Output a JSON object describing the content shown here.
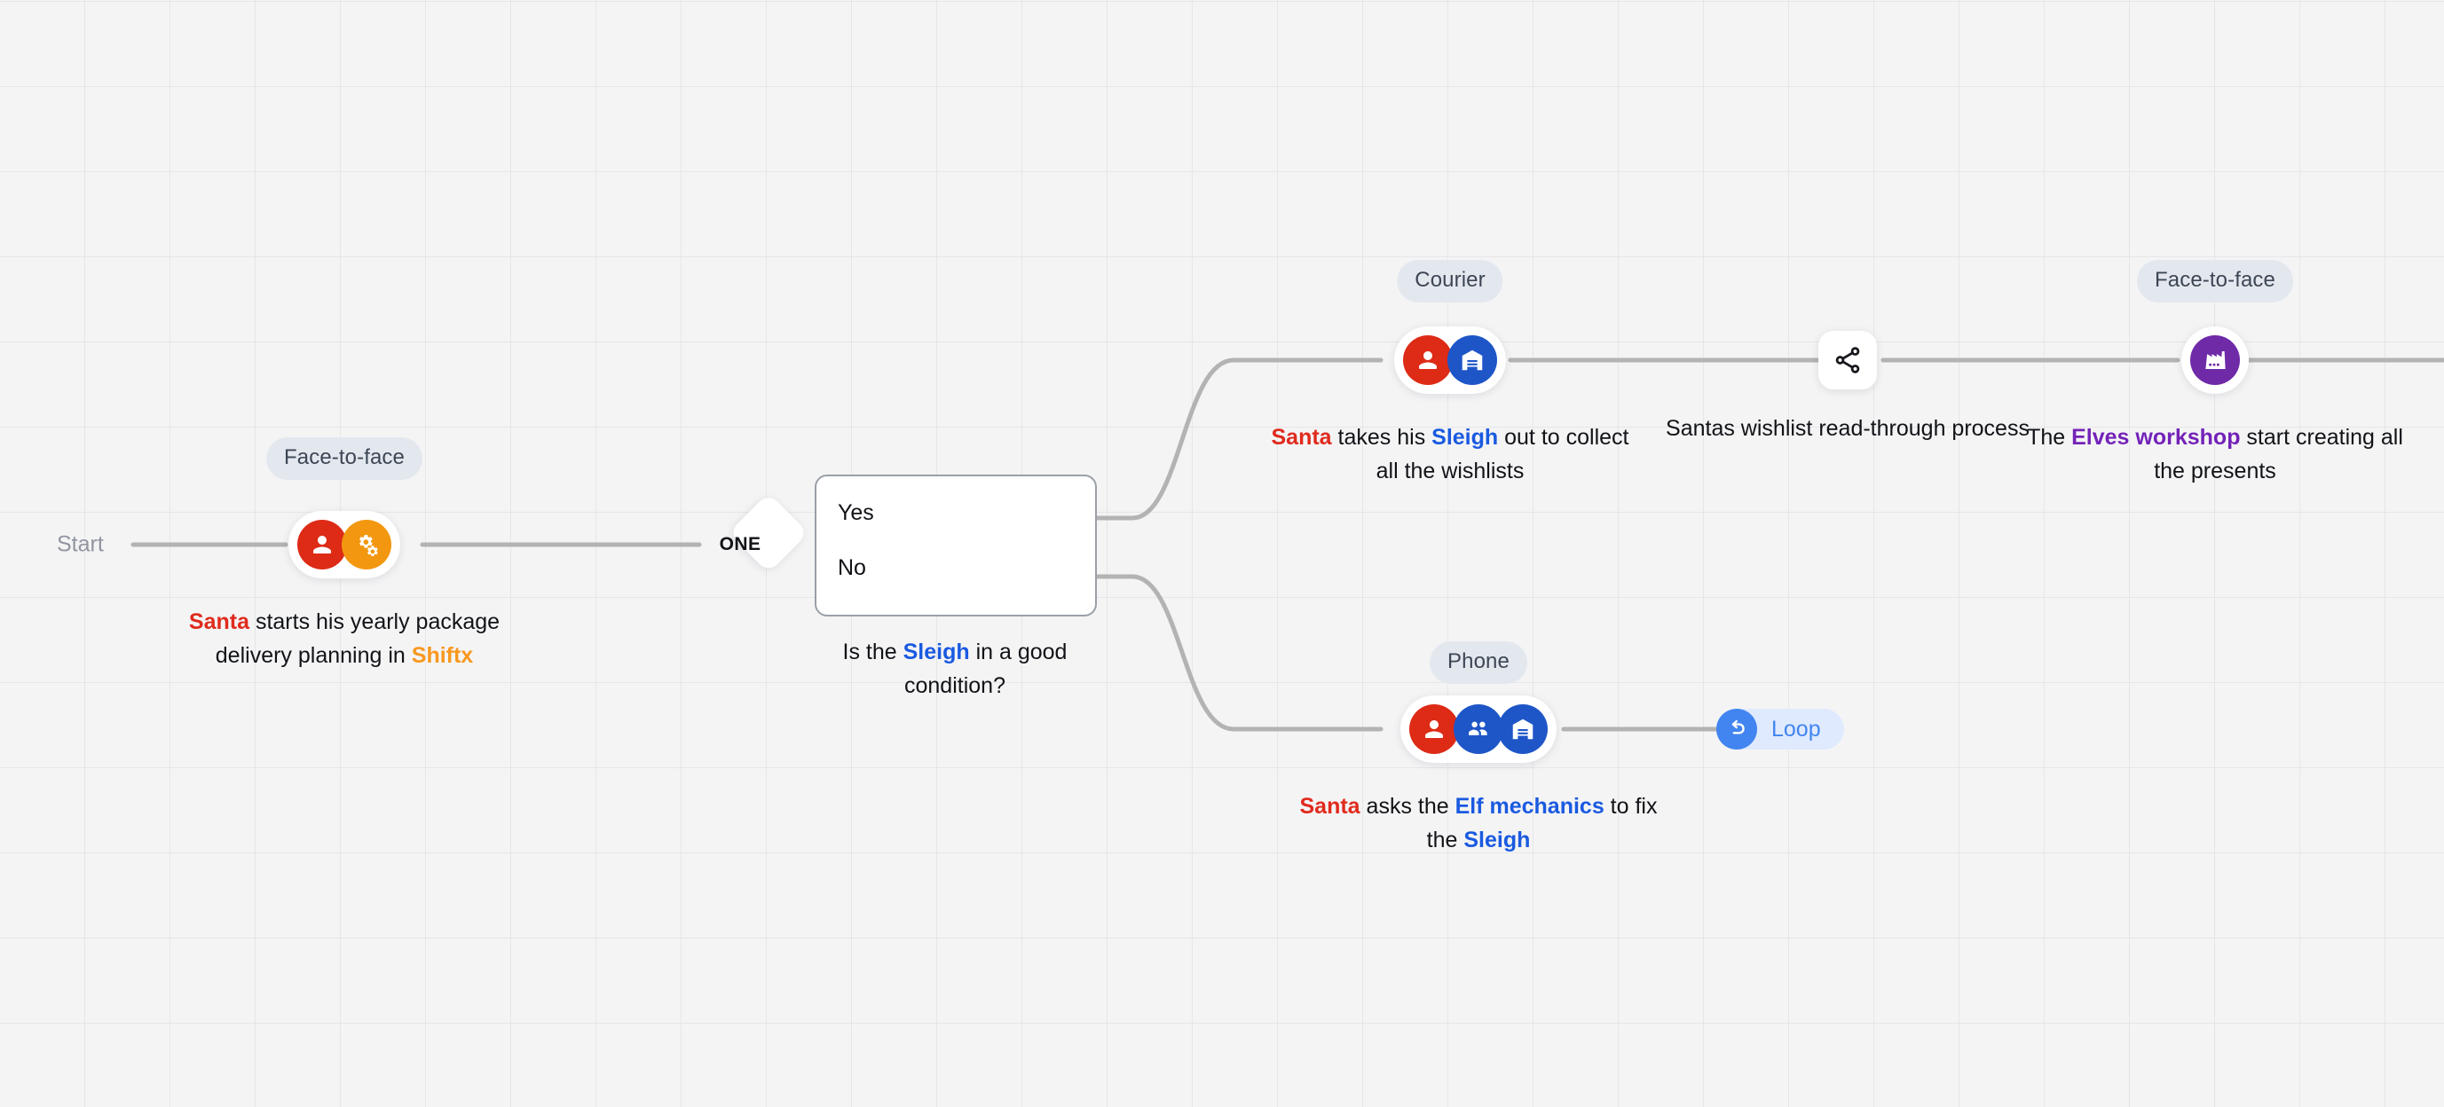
{
  "theme": {
    "canvas_bg": "#f4f4f5",
    "grid_line": "#e6e6e8",
    "edge": "#b3b3b3",
    "red": "#dd2b16",
    "orange": "#f2970f",
    "blue": "#1e56c8",
    "purple": "#6f2aa8",
    "loop_blue": "#4285f0",
    "pill_bg": "#e3e8ef"
  },
  "start": {
    "label": "Start"
  },
  "gateway": {
    "type_label": "ONE",
    "options": [
      "Yes",
      "No"
    ],
    "caption": {
      "parts": [
        {
          "text": "Is the ",
          "style": "plain"
        },
        {
          "text": "Sleigh",
          "style": "blue"
        },
        {
          "text": " in a good condition?",
          "style": "plain"
        }
      ]
    }
  },
  "nodes": [
    {
      "id": "node-santa-planning",
      "channel": "Face-to-face",
      "avatars": [
        "person-icon",
        "gears-icon"
      ],
      "avatar_colors": [
        "red",
        "orange"
      ],
      "caption": {
        "parts": [
          {
            "text": "Santa",
            "style": "red"
          },
          {
            "text": " starts his yearly package delivery planning in ",
            "style": "plain"
          },
          {
            "text": "Shiftx",
            "style": "orange"
          }
        ]
      }
    },
    {
      "id": "node-collect-wishlists",
      "channel": "Courier",
      "avatars": [
        "person-icon",
        "warehouse-icon"
      ],
      "avatar_colors": [
        "red",
        "blue"
      ],
      "caption": {
        "parts": [
          {
            "text": "Santa",
            "style": "red"
          },
          {
            "text": " takes his ",
            "style": "plain"
          },
          {
            "text": "Sleigh",
            "style": "blue"
          },
          {
            "text": " out to collect all the wishlists",
            "style": "plain"
          }
        ]
      }
    },
    {
      "id": "node-readthrough-process",
      "channel": null,
      "icon": "share-icon",
      "caption": {
        "parts": [
          {
            "text": "Santas wishlist read-through process",
            "style": "plain"
          }
        ]
      }
    },
    {
      "id": "node-elves-workshop",
      "channel": "Face-to-face",
      "avatars": [
        "factory-icon"
      ],
      "avatar_colors": [
        "purple"
      ],
      "caption": {
        "parts": [
          {
            "text": "The ",
            "style": "plain"
          },
          {
            "text": "Elves workshop",
            "style": "purple"
          },
          {
            "text": " start creating all the presents",
            "style": "plain"
          }
        ]
      }
    },
    {
      "id": "node-fix-sleigh",
      "channel": "Phone",
      "avatars": [
        "person-icon",
        "people-icon",
        "warehouse-icon"
      ],
      "avatar_colors": [
        "red",
        "blue",
        "blue"
      ],
      "caption": {
        "parts": [
          {
            "text": "Santa",
            "style": "red"
          },
          {
            "text": " asks the ",
            "style": "plain"
          },
          {
            "text": "Elf mechanics",
            "style": "blue"
          },
          {
            "text": " to fix the ",
            "style": "plain"
          },
          {
            "text": "Sleigh",
            "style": "plain"
          }
        ]
      }
    }
  ],
  "loop_badge": {
    "label": "Loop",
    "icon": "undo-arrow-icon"
  }
}
